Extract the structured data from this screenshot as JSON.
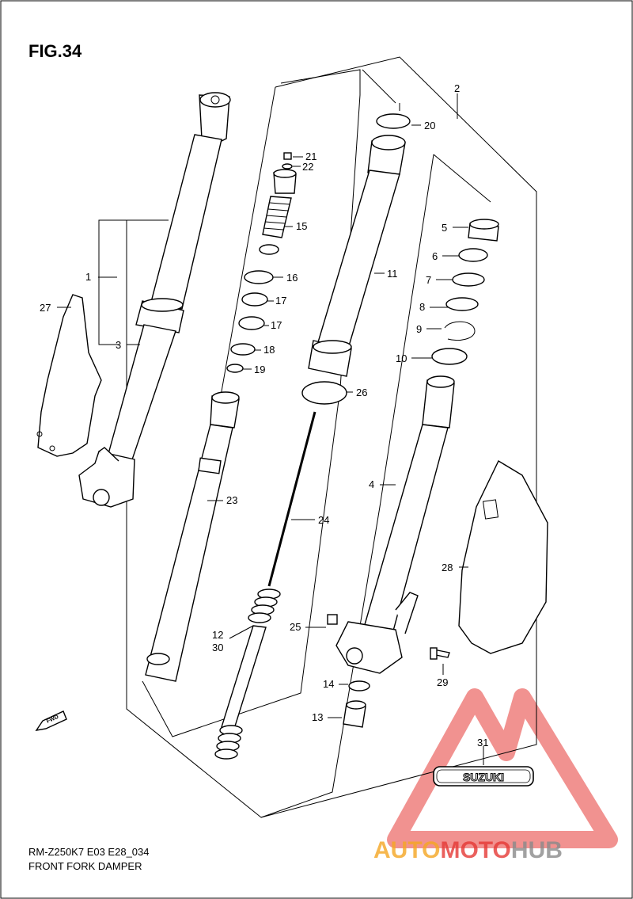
{
  "figure": {
    "title": "FIG.34"
  },
  "footer": {
    "model_code": "RM-Z250K7 E03 E28_034",
    "section_name": "FRONT FORK DAMPER"
  },
  "fwd_badge": {
    "text": "FWD"
  },
  "brand_badge": {
    "text": "SUZUKI"
  },
  "watermark": {
    "text_part1": "AUTO",
    "text_part2": "MOTO",
    "text_part3": "HUB",
    "color_orange": "#f5a623",
    "color_red": "#e53935",
    "color_gray": "#8a8a8a"
  },
  "callouts": {
    "c1": "1",
    "c2": "2",
    "c3": "3",
    "c4": "4",
    "c5": "5",
    "c6": "6",
    "c7": "7",
    "c8": "8",
    "c9": "9",
    "c10": "10",
    "c11": "11",
    "c12": "12",
    "c13": "13",
    "c14": "14",
    "c15": "15",
    "c16": "16",
    "c17a": "17",
    "c17b": "17",
    "c18": "18",
    "c19": "19",
    "c20": "20",
    "c21": "21",
    "c22": "22",
    "c23": "23",
    "c24": "24",
    "c25": "25",
    "c26": "26",
    "c27": "27",
    "c28": "28",
    "c29": "29",
    "c30": "30",
    "c31": "31"
  }
}
